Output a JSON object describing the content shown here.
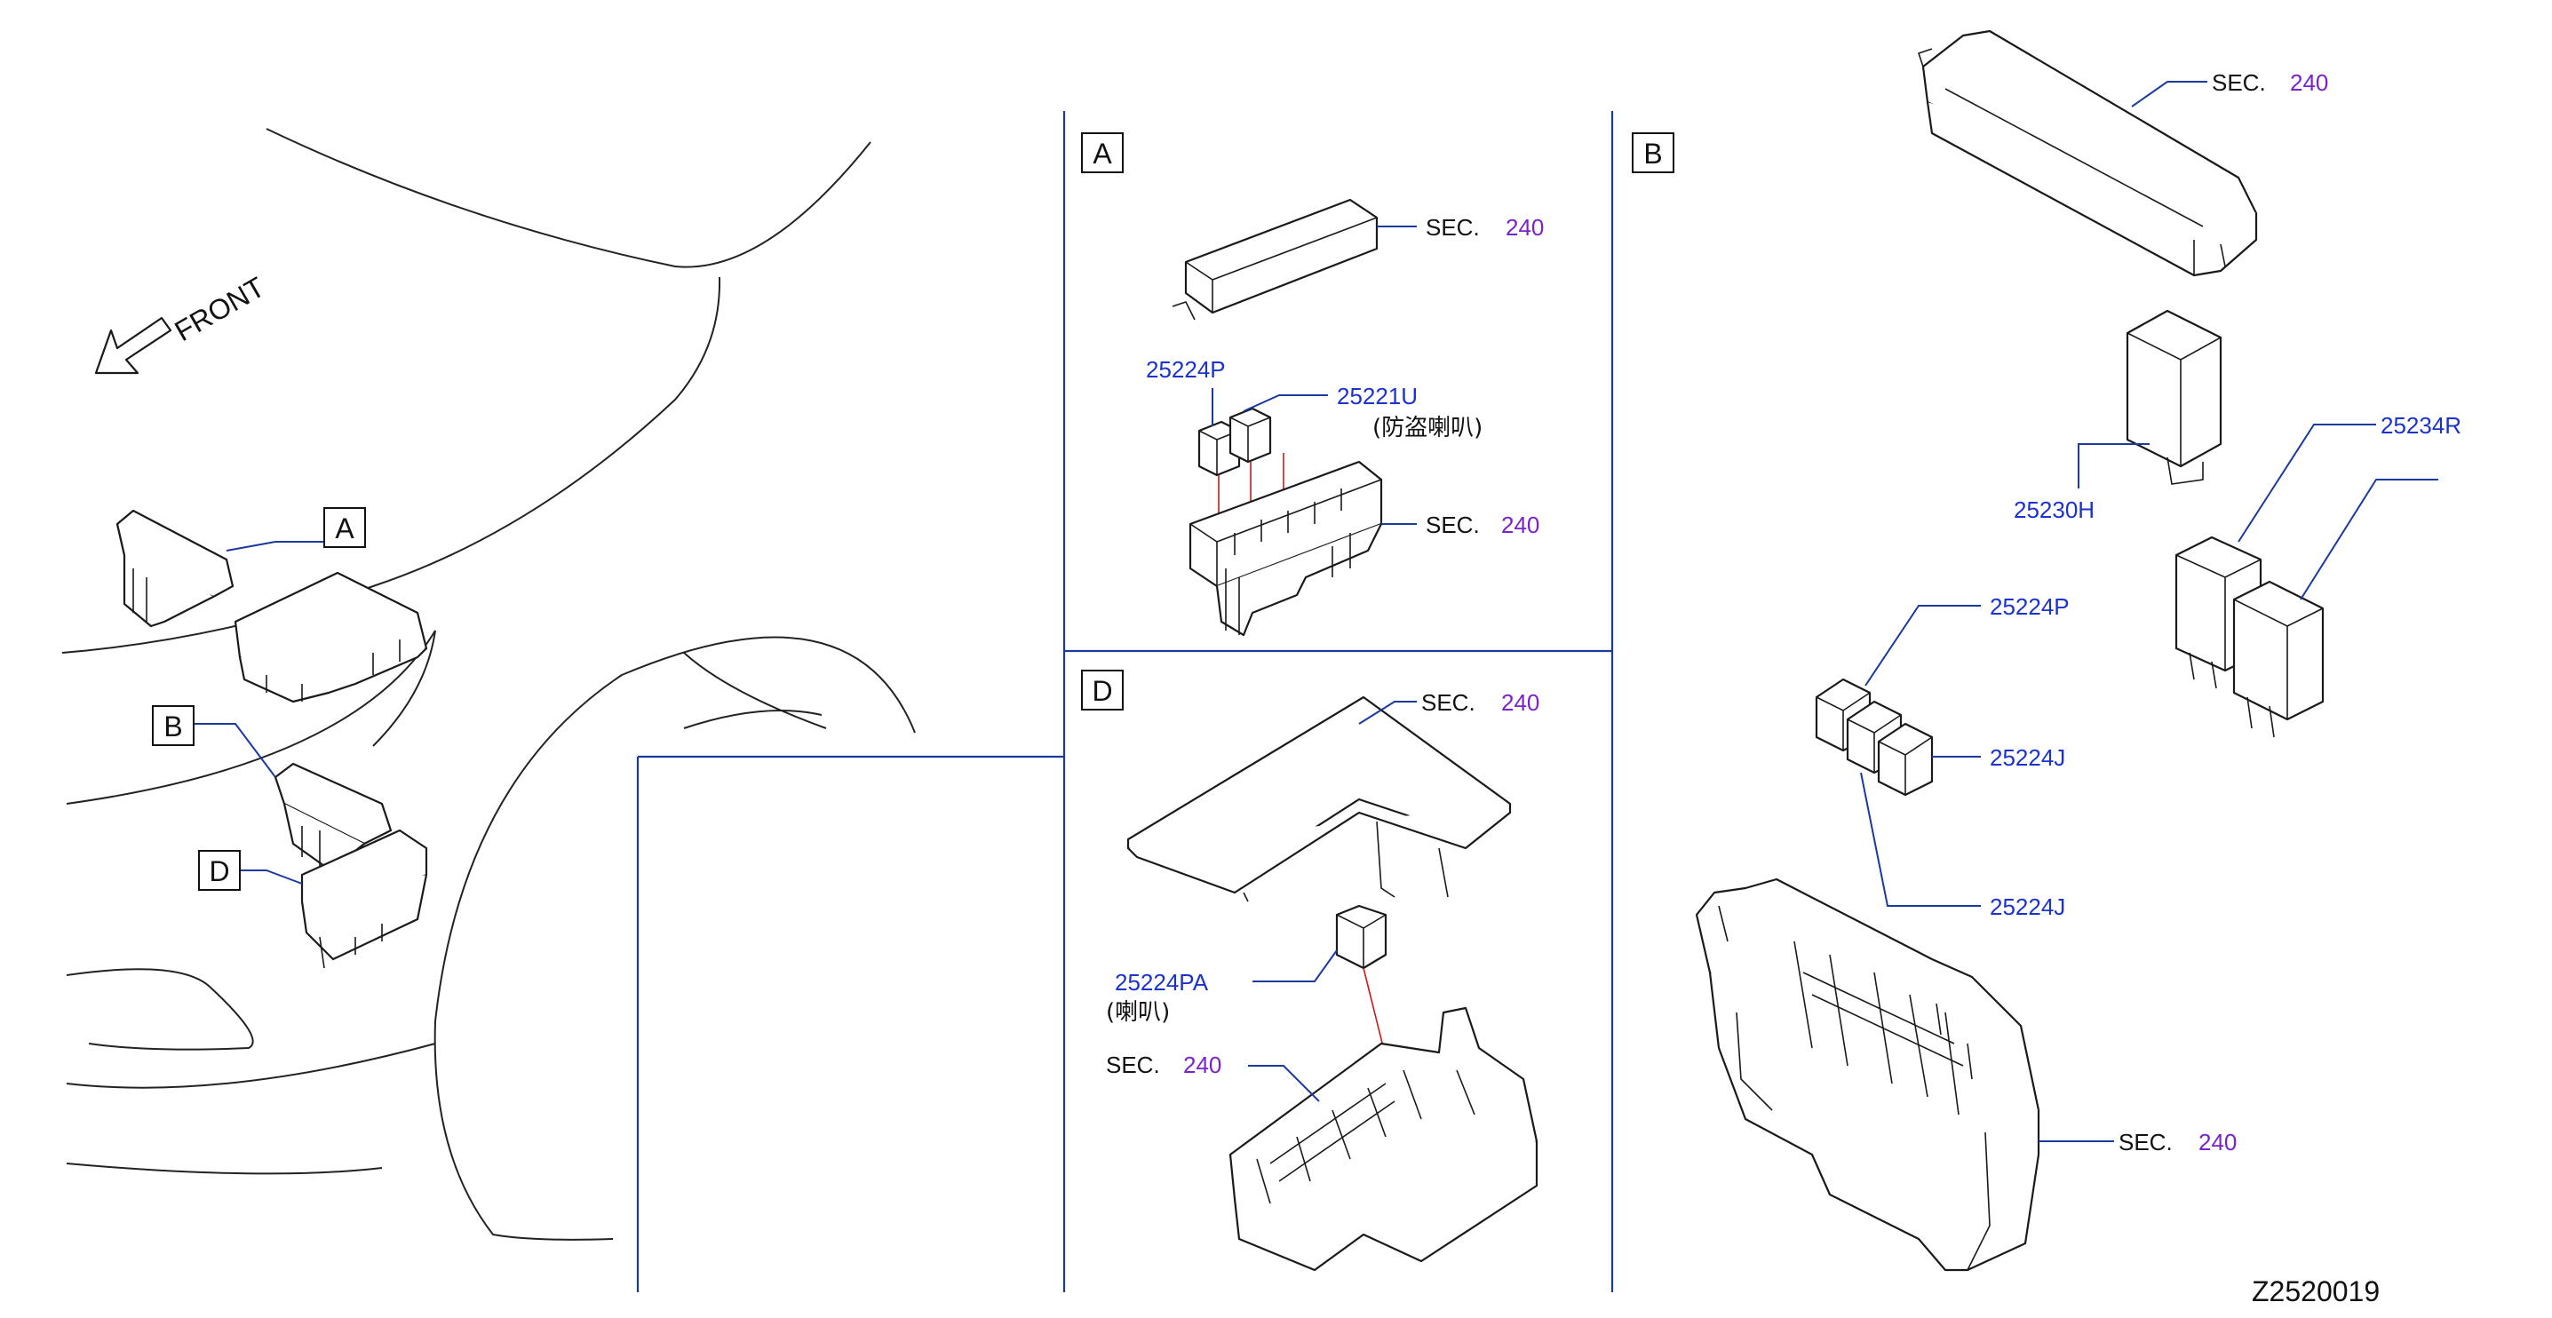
{
  "overview": {
    "front_label": "FRONT",
    "callouts": [
      "A",
      "B",
      "D"
    ]
  },
  "panel_a": {
    "letter": "A",
    "cover_sec_prefix": "SEC.",
    "cover_sec_num": "240",
    "relay1_pn": "25224P",
    "relay2_pn": "25221U",
    "relay2_note": "(防盗喇叭)",
    "block_sec_prefix": "SEC.",
    "block_sec_num": "240"
  },
  "panel_d": {
    "letter": "D",
    "cover_sec_prefix": "SEC.",
    "cover_sec_num": "240",
    "relay_pn": "25224PA",
    "relay_note": "(喇叭)",
    "block_sec_prefix": "SEC.",
    "block_sec_num": "240"
  },
  "panel_b": {
    "letter": "B",
    "cover_sec_prefix": "SEC.",
    "cover_sec_num": "240",
    "relay_h_pn": "25230H",
    "relay_r_pn": "25234R",
    "relay_p_pn": "25224P",
    "relay_j1_pn": "25224J",
    "relay_j2_pn": "25224J",
    "block_sec_prefix": "SEC.",
    "block_sec_num": "240"
  },
  "figure_id": "Z2520019"
}
